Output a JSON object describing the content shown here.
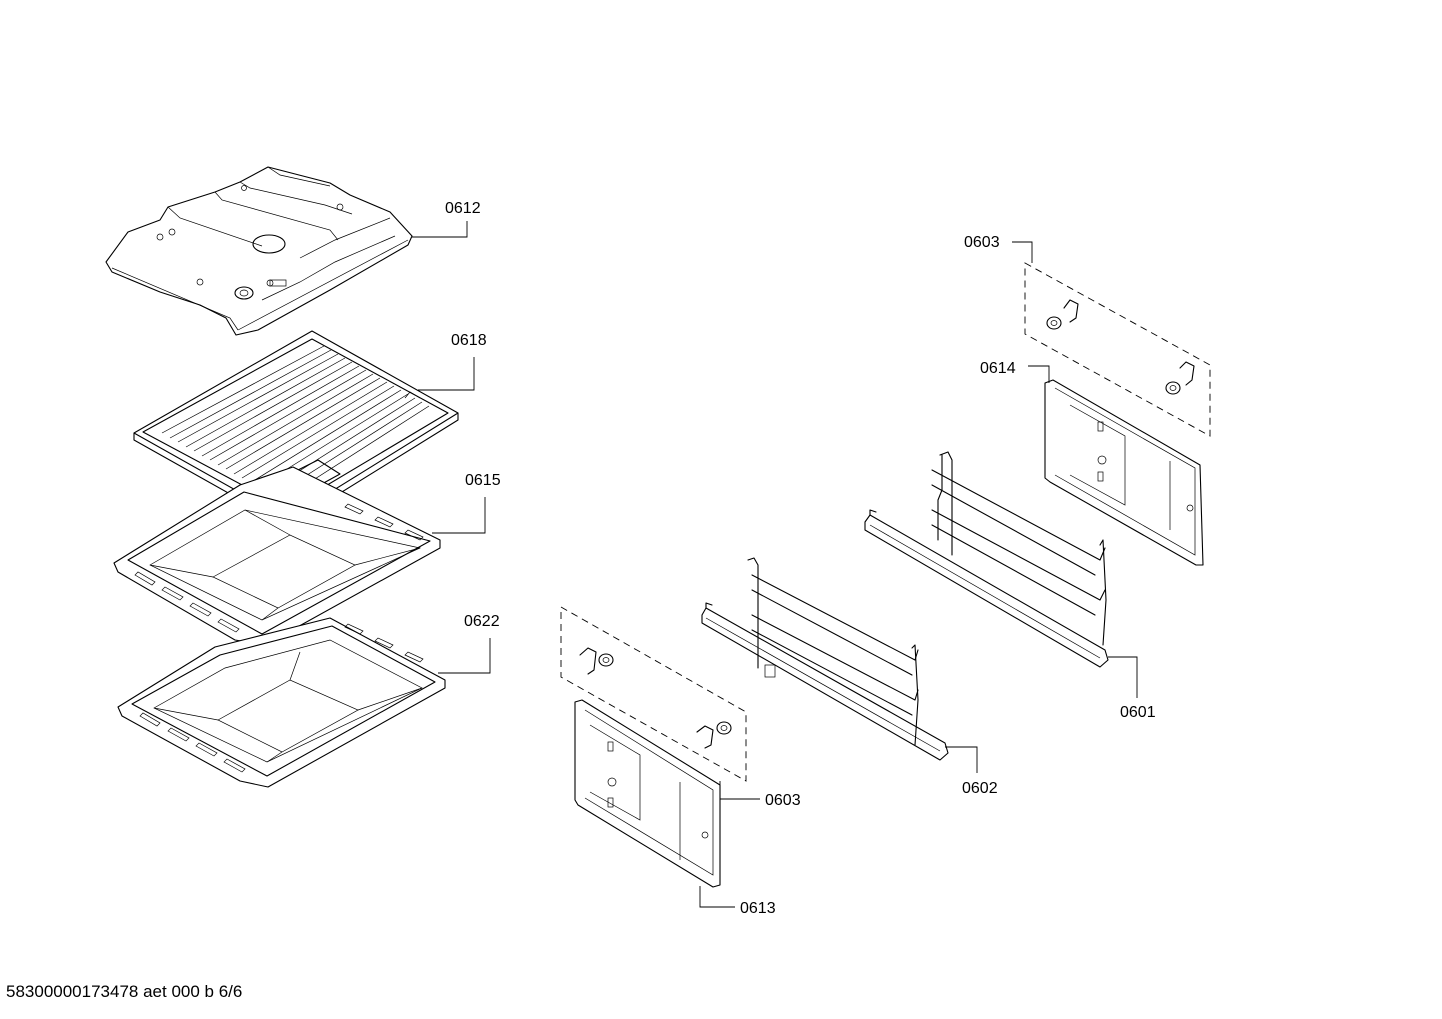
{
  "labels": {
    "l0612": "0612",
    "l0618": "0618",
    "l0615": "0615",
    "l0622": "0622",
    "l0603_right": "0603",
    "l0614": "0614",
    "l0601": "0601",
    "l0602": "0602",
    "l0603_left": "0603",
    "l0613": "0613"
  },
  "footer": "58300000173478 aet 000 b 6/6"
}
